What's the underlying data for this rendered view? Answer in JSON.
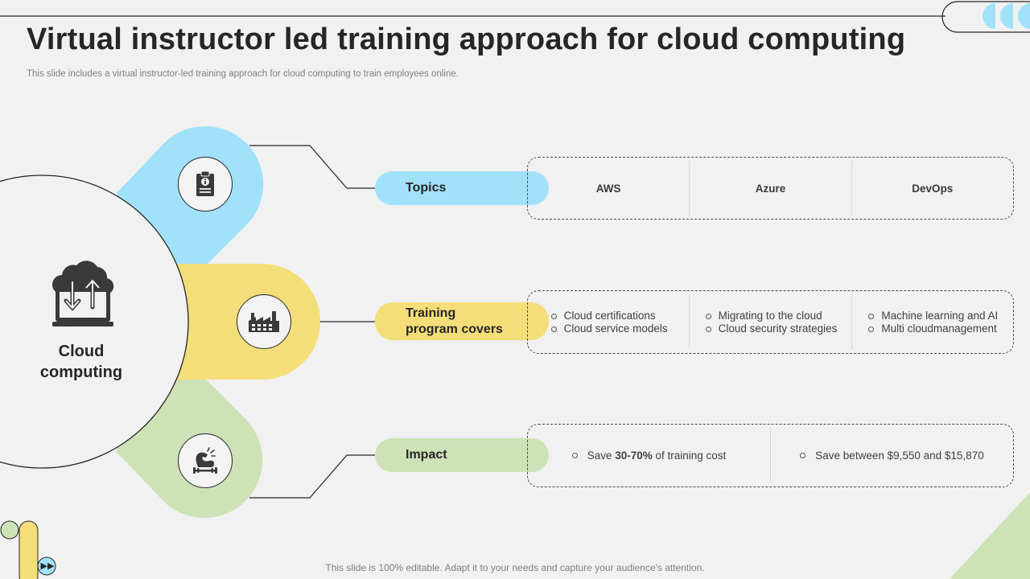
{
  "header": {
    "title": "Virtual instructor led training approach for cloud computing",
    "subtitle": "This slide includes a virtual instructor-led training approach for cloud computing to train employees online."
  },
  "hub": {
    "label_line1": "Cloud",
    "label_line2": "computing",
    "icon": "cloud-transfer-icon"
  },
  "branches": [
    {
      "color": "#a1e2fa",
      "icon": "clipboard-info-icon",
      "pill_lines": [
        "Topics"
      ],
      "items": [
        "AWS",
        "Azure",
        "DevOps"
      ]
    },
    {
      "color": "#f4de7a",
      "icon": "factory-icon",
      "pill_lines": [
        "Training",
        "program covers"
      ],
      "columns": [
        [
          "Cloud certifications",
          "Cloud service models"
        ],
        [
          "Migrating to the cloud",
          "Cloud security strategies"
        ],
        [
          "Machine learning and AI",
          "Multi cloudmanagement"
        ]
      ]
    },
    {
      "color": "#cde2b6",
      "icon": "strength-icon",
      "pill_lines": [
        "Impact"
      ],
      "impact": [
        {
          "pre": "Save ",
          "bold": "30-70%",
          "post": " of training cost"
        },
        {
          "pre": "Save between $9,550 and $15,870",
          "bold": "",
          "post": ""
        }
      ]
    }
  ],
  "footer": "This slide is 100% editable. Adapt it to your needs and capture your audience's attention.",
  "decor": {
    "nav_icon": "fast-forward-icon"
  }
}
